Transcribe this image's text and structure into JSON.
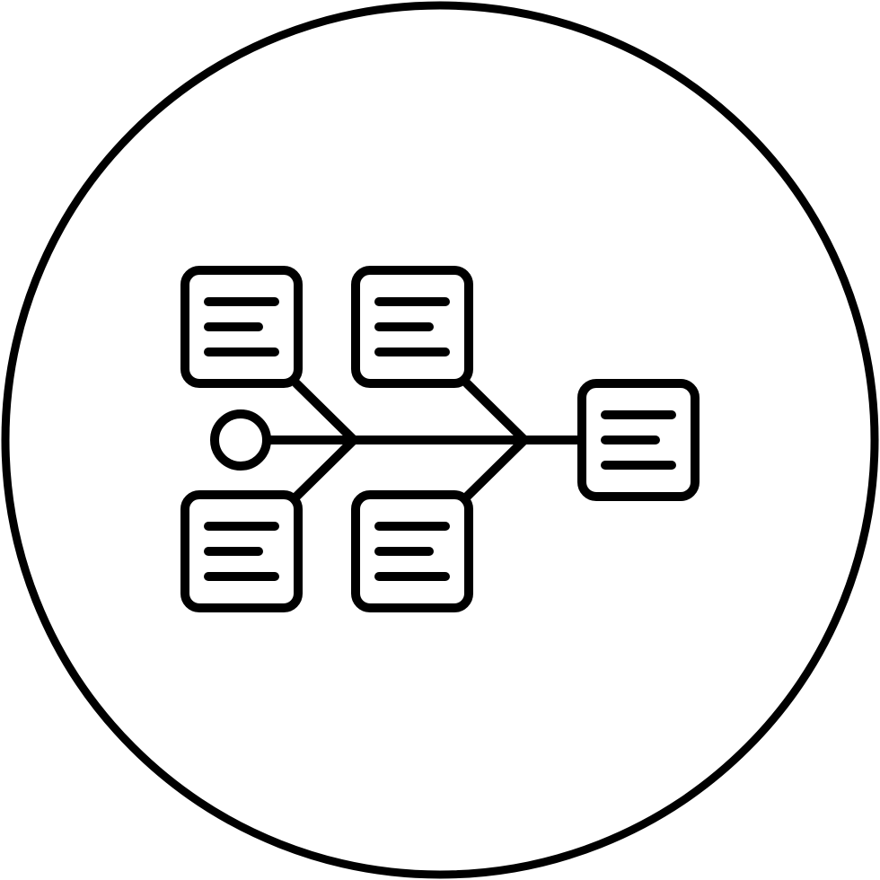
{
  "icon": {
    "name": "fishbone-diagram-icon",
    "stroke_color": "#000000",
    "background_color": "#ffffff",
    "cause_boxes": [
      {
        "name": "cause-box-top-left"
      },
      {
        "name": "cause-box-top-middle"
      },
      {
        "name": "cause-box-bottom-left"
      },
      {
        "name": "cause-box-bottom-middle"
      }
    ],
    "effect_box": {
      "name": "effect-box"
    },
    "line_count_per_box": 3
  }
}
